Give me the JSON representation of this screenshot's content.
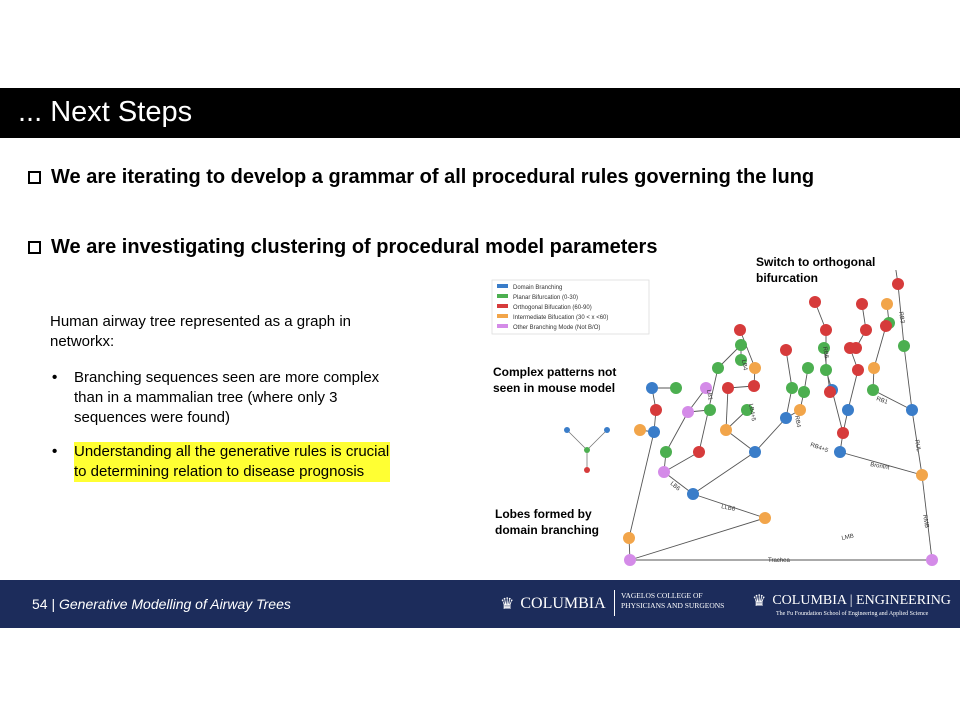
{
  "slide": {
    "title": "... Next Steps",
    "bullets": [
      "We are iterating to develop a grammar of all procedural rules governing the lung",
      "We are investigating clustering of procedural model parameters"
    ],
    "intro": "Human airway tree represented as a graph in networkx:",
    "sub_bullets": [
      "Branching sequences seen are more complex than in a mammalian tree (where only 3 sequences were found)",
      "Understanding all the generative rules is crucial to determining relation to disease prognosis"
    ]
  },
  "figure": {
    "legend": [
      {
        "label": "Domain Branching",
        "color": "#3a7dc9"
      },
      {
        "label": "Planar Bifurcation (0-30)",
        "color": "#4caf50"
      },
      {
        "label": "Orthogonal Bifucation (60-90)",
        "color": "#d63b3b"
      },
      {
        "label": "Intermediate Bifucation (30 < x <60)",
        "color": "#f2a54a"
      },
      {
        "label": "Other Branching Mode (Not B/O)",
        "color": "#d48be8"
      }
    ],
    "annotations": {
      "switch": "Switch to orthogonal bifurcation",
      "complex": "Complex patterns not seen in mouse model",
      "lobes": "Lobes formed by domain branching"
    },
    "edge_labels": {
      "trachea": "Trachea",
      "lmb": "LMB",
      "rmb": "RMB",
      "llb6": "LLB6",
      "bronint": "BronInt",
      "rb4_5": "RB4+5",
      "rb1": "RB1",
      "rul": "RUL",
      "rb3": "RB3",
      "lb6": "LB6",
      "lb4": "LB4",
      "lb4_5": "LB4+5",
      "rb6": "RB6",
      "rb4": "RB4",
      "lb1": "LB1"
    }
  },
  "footer": {
    "page_number": "54",
    "separator": "|",
    "page_title": "Generative Modelling of Airway Trees",
    "logo_columbia": "COLUMBIA",
    "logo_vagelos_line1": "VAGELOS COLLEGE OF",
    "logo_vagelos_line2": "PHYSICIANS AND SURGEONS",
    "logo_engineering": "COLUMBIA | ENGINEERING",
    "logo_engineering_sub": "The Fu Foundation School of Engineering and Applied Science"
  }
}
